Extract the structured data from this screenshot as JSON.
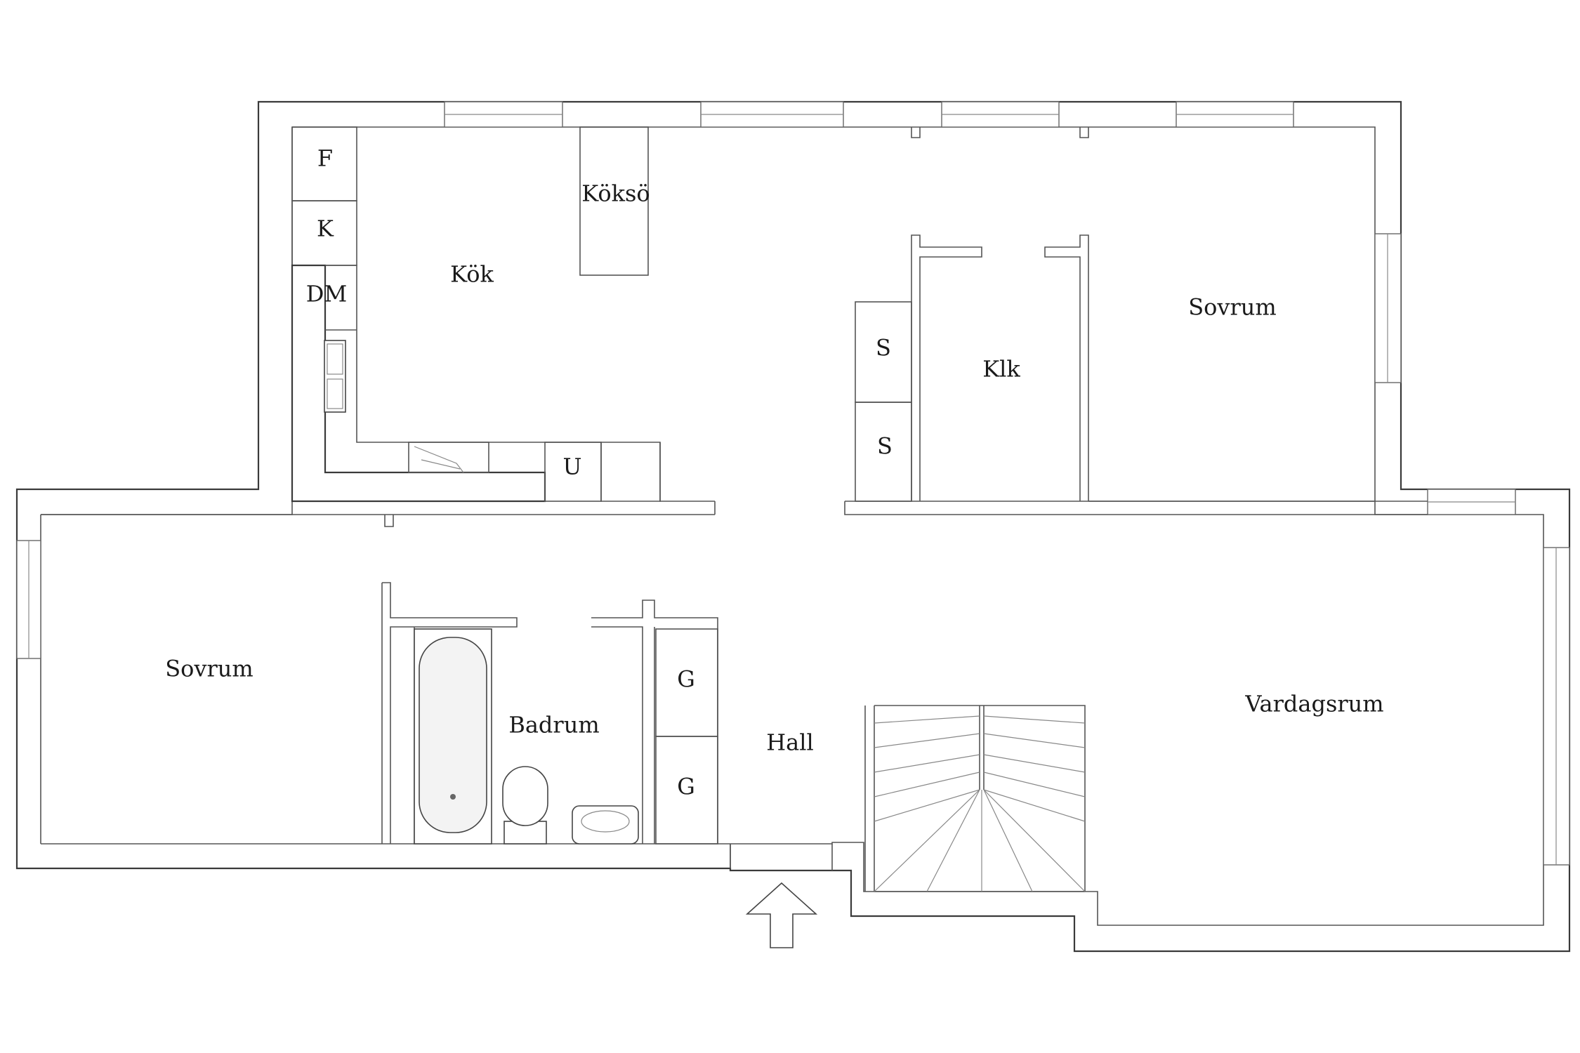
{
  "rooms": {
    "kitchen": "Kök",
    "kitchen_island": "Köksö",
    "bedroom_upper": "Sovrum",
    "bedroom_left": "Sovrum",
    "closet": "Klk",
    "bathroom": "Badrum",
    "hall": "Hall",
    "living_room": "Vardagsrum"
  },
  "appliances": {
    "fridge": "F",
    "freezer": "K",
    "dishwasher": "DM",
    "oven": "U"
  },
  "storage": {
    "wardrobe_1": "S",
    "wardrobe_2": "S",
    "closet_g_1": "G",
    "closet_g_2": "G"
  }
}
